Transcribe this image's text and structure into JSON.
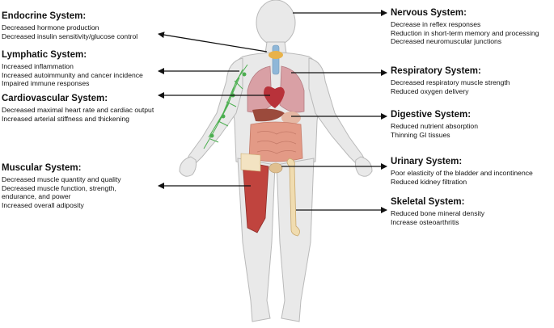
{
  "systems": {
    "endocrine": {
      "title": "Endocrine System:",
      "lines": [
        "Decreased hormone production",
        "Decreased insulin sensitivity/glucose control"
      ]
    },
    "lymphatic": {
      "title": "Lymphatic System:",
      "lines": [
        "Increased inflammation",
        "Increased autoimmunity and cancer incidence",
        "Impaired immune responses"
      ]
    },
    "cardiovascular": {
      "title": "Cardiovascular System:",
      "lines": [
        "Decreased maximal heart rate and cardiac output",
        "Increased arterial stiffness and thickening"
      ]
    },
    "muscular": {
      "title": "Muscular System:",
      "lines": [
        "Decreased muscle quantity and quality",
        "Decreased muscle function, strength,",
        "endurance, and power",
        "Increased overall adiposity"
      ]
    },
    "nervous": {
      "title": "Nervous System:",
      "lines": [
        "Decrease in reflex responses",
        "Reduction in short-term memory and processing",
        "Decreased neuromuscular junctions"
      ]
    },
    "respiratory": {
      "title": "Respiratory System:",
      "lines": [
        "Decreased respiratory muscle strength",
        "Reduced oxygen delivery"
      ]
    },
    "digestive": {
      "title": "Digestive System:",
      "lines": [
        "Reduced nutrient absorption",
        "Thinning GI tissues"
      ]
    },
    "urinary": {
      "title": "Urinary System:",
      "lines": [
        "Poor elasticity of the bladder and incontinence",
        "Reduced kidney filtration"
      ]
    },
    "skeletal": {
      "title": "Skeletal System:",
      "lines": [
        "Reduced bone mineral density",
        "Increase osteoarthritis"
      ]
    }
  },
  "colors": {
    "skin": "#e9e9e9",
    "outline": "#b9b9b9",
    "arrow": "#111111",
    "lymph": "#4caf50",
    "lung": "#d9a0a5",
    "heart": "#b8323a",
    "muscle": "#c0443e",
    "bone": "#f0dcb0",
    "intestine": "#e39a86",
    "thyroid": "#e8b24a",
    "trachea": "#8fb7d8"
  }
}
